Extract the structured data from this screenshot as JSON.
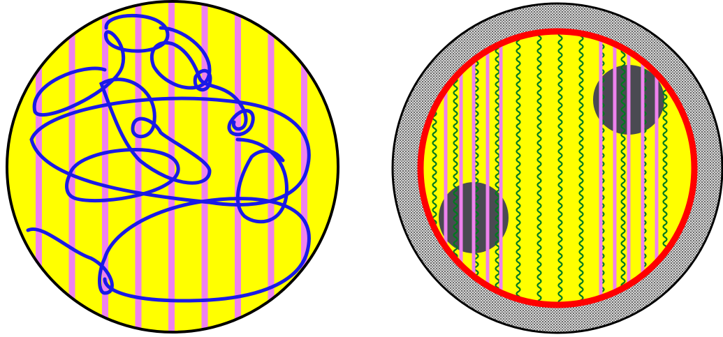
{
  "colors": {
    "background": "#ffffff",
    "fill": "#ffff00",
    "outline": "#000000",
    "stripe": "#ee82ee",
    "loop": "#1a1ae6",
    "ring": "#ff0000",
    "wavy": "#007a1f",
    "blob": "#4a4a52",
    "coat": "#a8a8a8"
  },
  "left_panel": {
    "stripe_count": 9,
    "loop_count": 12,
    "icon": "loop-strand-icon"
  },
  "right_panel": {
    "straight_stripe_count": 13,
    "wavy_line_count": 12,
    "blob_count": 2,
    "icon": "wavy-strand-icon"
  }
}
